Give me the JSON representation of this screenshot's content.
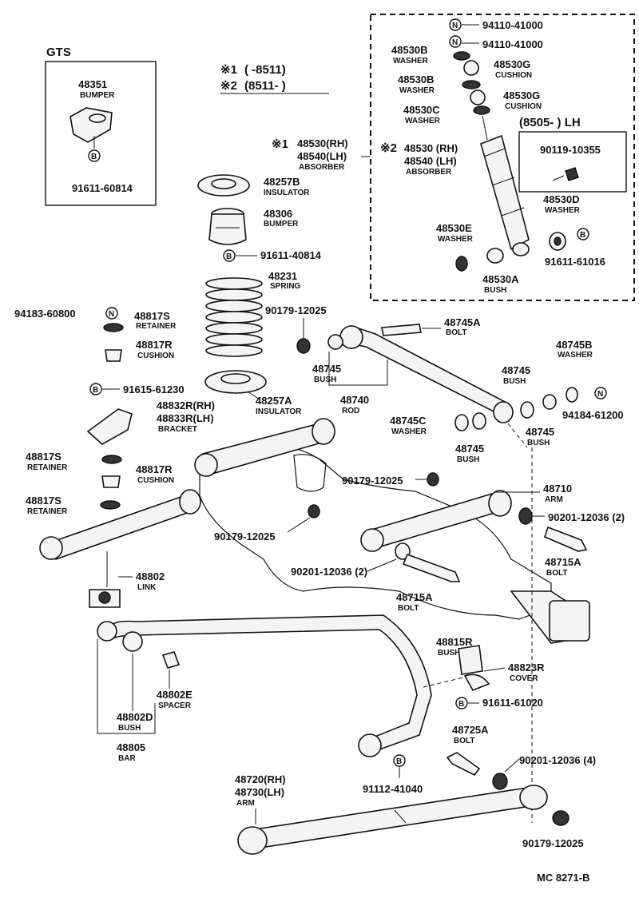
{
  "gts_box": {
    "title": "GTS",
    "part_no": "48351",
    "part_name": "BUMPER",
    "bolt": "91611-60814"
  },
  "notes": {
    "n1_mark": "※1",
    "n1_range": "(      -8511)",
    "n2_mark": "※2",
    "n2_range": "(8511-      )"
  },
  "symbols": {
    "n": "N",
    "b": "B"
  },
  "insulator_upper": {
    "no": "48257B",
    "name": "INSULATOR"
  },
  "bumper": {
    "no": "48306",
    "name": "BUMPER"
  },
  "bolt_40814": "91611-40814",
  "spring": {
    "no": "48231",
    "name": "SPRING"
  },
  "absorber_1": {
    "mark": "※1",
    "no_rh": "48530(RH)",
    "no_lh": "48540(LH)",
    "name": "ABSORBER"
  },
  "absorber_box": {
    "nut1": "94110-41000",
    "nut2": "94110-41000",
    "washer_b": {
      "no": "48530B",
      "name": "WASHER"
    },
    "cushion_g": {
      "no": "48530G",
      "name": "CUSHION"
    },
    "washer_b2": {
      "no": "48530B",
      "name": "WASHER"
    },
    "cushion_g2": {
      "no": "48530G",
      "name": "CUSHION"
    },
    "washer_c": {
      "no": "48530C",
      "name": "WASHER"
    },
    "lh_range": "(8505-      ) LH",
    "mark": "※2",
    "abs_rh": "48530 (RH)",
    "abs_lh": "48540 (LH)",
    "abs_name": "ABSORBER",
    "bolt_10355": "90119-10355",
    "washer_d": {
      "no": "48530D",
      "name": "WASHER"
    },
    "washer_e": {
      "no": "48530E",
      "name": "WASHER"
    },
    "bolt_61016": "91611-61016",
    "bush_a": {
      "no": "48530A",
      "name": "BUSH"
    }
  },
  "left_upper": {
    "nut_60800": "94183-60800",
    "retainer_s": {
      "no": "48817S",
      "name": "RETAINER"
    },
    "cushion_r": {
      "no": "48817R",
      "name": "CUSHION"
    },
    "bolt_61230": "91615-61230",
    "bracket": {
      "no_rh": "48832R(RH)",
      "no_lh": "48833R(LH)",
      "name": "BRACKET"
    },
    "retainer_s2": {
      "no": "48817S",
      "name": "RETAINER"
    },
    "cushion_r2": {
      "no": "48817R",
      "name": "CUSHION"
    },
    "retainer_s3": {
      "no": "48817S",
      "name": "RETAINER"
    }
  },
  "insulator_lower": {
    "no": "48257A",
    "name": "INSULATOR"
  },
  "rod_area": {
    "nut_12025": "90179-12025",
    "bolt_745a": {
      "no": "48745A",
      "name": "BOLT"
    },
    "bush_745": {
      "no": "48745",
      "name": "BUSH"
    },
    "rod": {
      "no": "48740",
      "name": "ROD"
    },
    "washer_745b": {
      "no": "48745B",
      "name": "WASHER"
    },
    "bush_745r": {
      "no": "48745",
      "name": "BUSH"
    },
    "nut_61200": "94184-61200",
    "washer_745c": {
      "no": "48745C",
      "name": "WASHER"
    },
    "bush_745c": {
      "no": "48745",
      "name": "BUSH"
    },
    "bush_745d": {
      "no": "48745",
      "name": "BUSH"
    }
  },
  "mid": {
    "nut_12025b": "90179-12025",
    "arm_710": {
      "no": "48710",
      "name": "ARM"
    },
    "nut_12036a": "90201-12036 (2)",
    "nut_12025c": "90179-12025",
    "bolt_715a_r": {
      "no": "48715A",
      "name": "BOLT"
    },
    "nut_12036b": "90201-12036 (2)",
    "bolt_715a": {
      "no": "48715A",
      "name": "BOLT"
    }
  },
  "link": {
    "no": "48802",
    "name": "LINK"
  },
  "stabilizer": {
    "bush_815r": {
      "no": "48815R",
      "name": "BUSH"
    },
    "cover": {
      "no": "48823R",
      "name": "COVER"
    },
    "bolt_61020": "91611-61020",
    "spacer": {
      "no": "48802E",
      "name": "SPACER"
    },
    "bush_802d": {
      "no": "48802D",
      "name": "BUSH"
    },
    "bar": {
      "no": "48805",
      "name": "BAR"
    }
  },
  "lower": {
    "bolt_725a": {
      "no": "48725A",
      "name": "BOLT"
    },
    "nut_12036c": "90201-12036 (4)",
    "bolt_41040": "91112-41040",
    "arm": {
      "no_rh": "48720(RH)",
      "no_lh": "48730(LH)",
      "name": "ARM"
    },
    "nut_12025d": "90179-12025"
  },
  "footer": {
    "code": "MC  8271-B"
  }
}
